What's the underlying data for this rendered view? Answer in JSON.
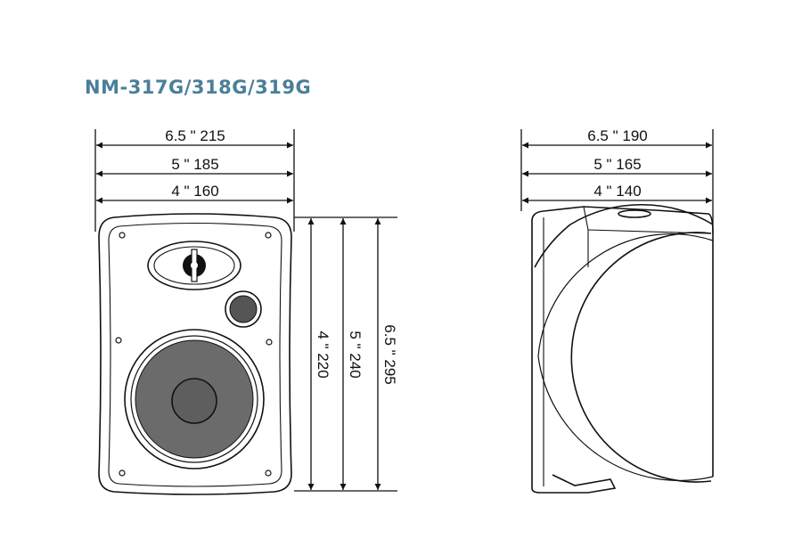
{
  "title": "NM-317G/318G/319G",
  "front_width_dims": [
    "6.5 \" 215",
    "5 \" 185",
    "4 \" 160"
  ],
  "front_height_dims": [
    "4 \" 220",
    "5 \" 240",
    "6.5 \" 295"
  ],
  "side_depth_dims": [
    "6.5 \" 190",
    "5 \" 165",
    "4 \" 140"
  ],
  "colors": {
    "title": "#4a7f98",
    "line": "#111111",
    "cone": "#6b6b6b",
    "tweeter": "#555555"
  }
}
